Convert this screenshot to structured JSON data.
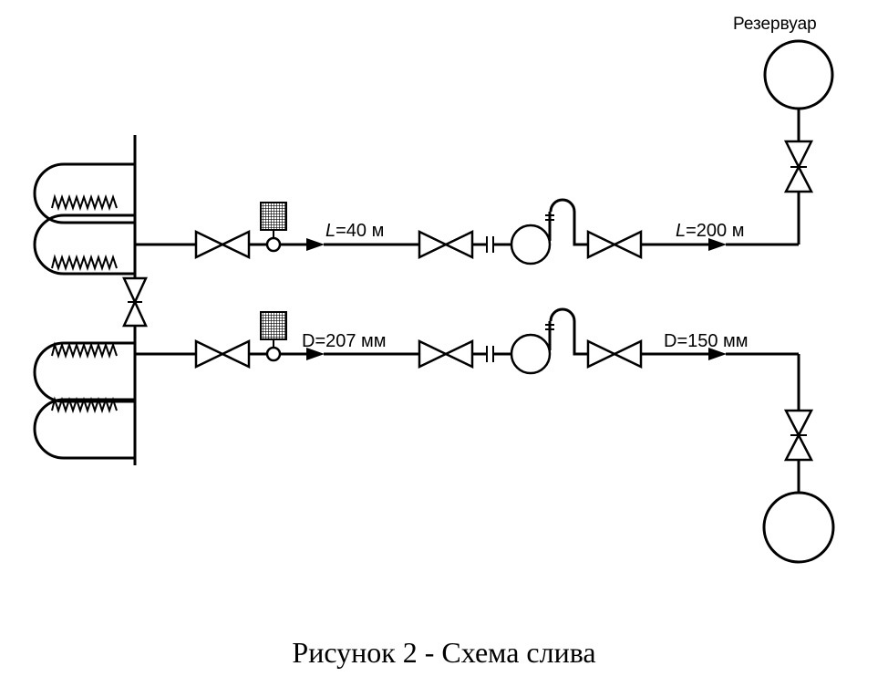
{
  "diagram": {
    "labels": {
      "reservoir": "Резервуар",
      "length_1_prefix": "L",
      "length_1_value": "=40 м",
      "length_2_prefix": "L",
      "length_2_value": "=200 м",
      "diameter_1": "D=207 мм",
      "diameter_2": "D=150 мм"
    }
  },
  "caption": "Рисунок 2 - Схема слива"
}
